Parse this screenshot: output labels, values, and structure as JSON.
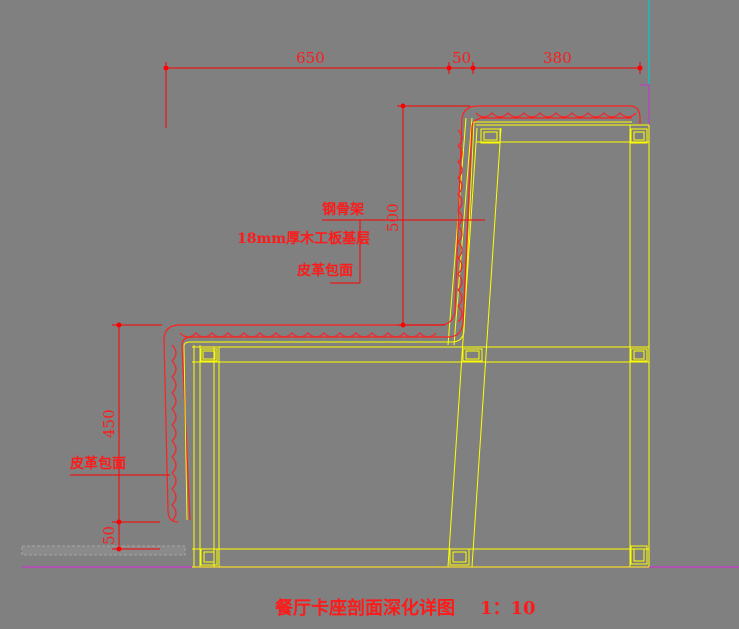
{
  "dimensions": {
    "seat_depth": "650",
    "gap": "50",
    "back_depth": "380",
    "back_height": "500",
    "seat_height": "450",
    "base_height": "50"
  },
  "labels": {
    "steel_frame": "钢骨架",
    "plywood_base": "18mm厚木工板基层",
    "leather_back": "皮革包面",
    "leather_seat": "皮革包面"
  },
  "title": {
    "name": "餐厅卡座剖面深化详图",
    "scale": "1：10"
  },
  "colors": {
    "background": "#808080",
    "structure": "#ffff00",
    "dimension": "#ff0000",
    "floor": "#c000c0",
    "wall": "#00c0c0"
  }
}
